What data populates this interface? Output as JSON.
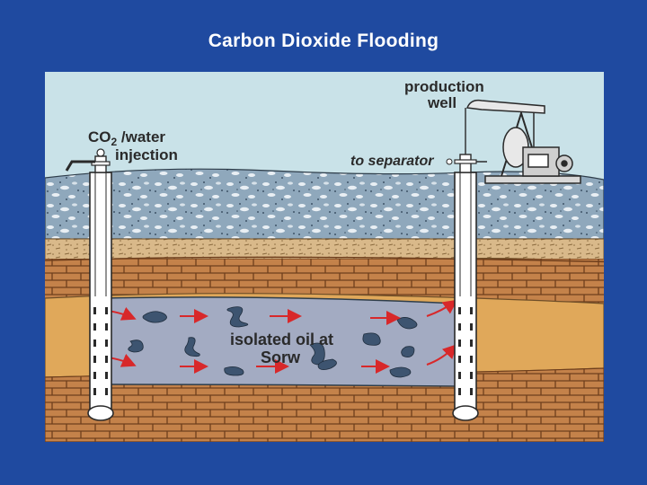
{
  "title": "Carbon Dioxide Flooding",
  "labels": {
    "injection_line1_co": "CO",
    "injection_line1_sub": "2",
    "injection_line1_rest": " /water",
    "injection_line2": "injection",
    "production_line1": "production",
    "production_line2": "well",
    "separator": "to separator",
    "oil_line1": "isolated oil at",
    "oil_line2": "Sorw"
  },
  "colors": {
    "background": "#1f4aa0",
    "sky": "#c9e2e8",
    "gravel": "#8fa8bc",
    "sand": "#d9b98a",
    "brick": "#c4824a",
    "tan": "#e0a85a",
    "reservoir": "#a3abc2",
    "arrow": "#d8282a",
    "oil": "#3d5470"
  }
}
